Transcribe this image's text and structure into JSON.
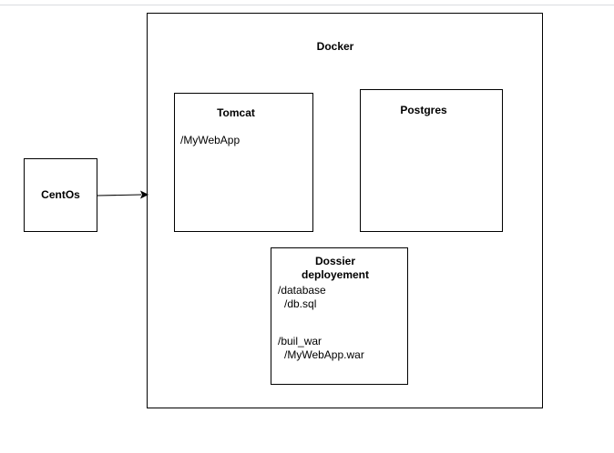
{
  "diagram": {
    "nodes": {
      "docker": {
        "label": "Docker"
      },
      "tomcat": {
        "label": "Tomcat",
        "lines": [
          "/MyWebApp"
        ]
      },
      "postgres": {
        "label": "Postgres"
      },
      "centos": {
        "label": "CentOs"
      },
      "dossier": {
        "label_line1": "Dossier",
        "label_line2": "deployement",
        "lines": [
          "/database",
          "/db.sql",
          "/buil_war",
          "/MyWebApp.war"
        ]
      }
    },
    "edges": [
      {
        "from": "CentOs",
        "to": "Docker",
        "arrow": "end"
      }
    ],
    "colors": {
      "stroke": "#000000",
      "fill": "#ffffff"
    }
  }
}
